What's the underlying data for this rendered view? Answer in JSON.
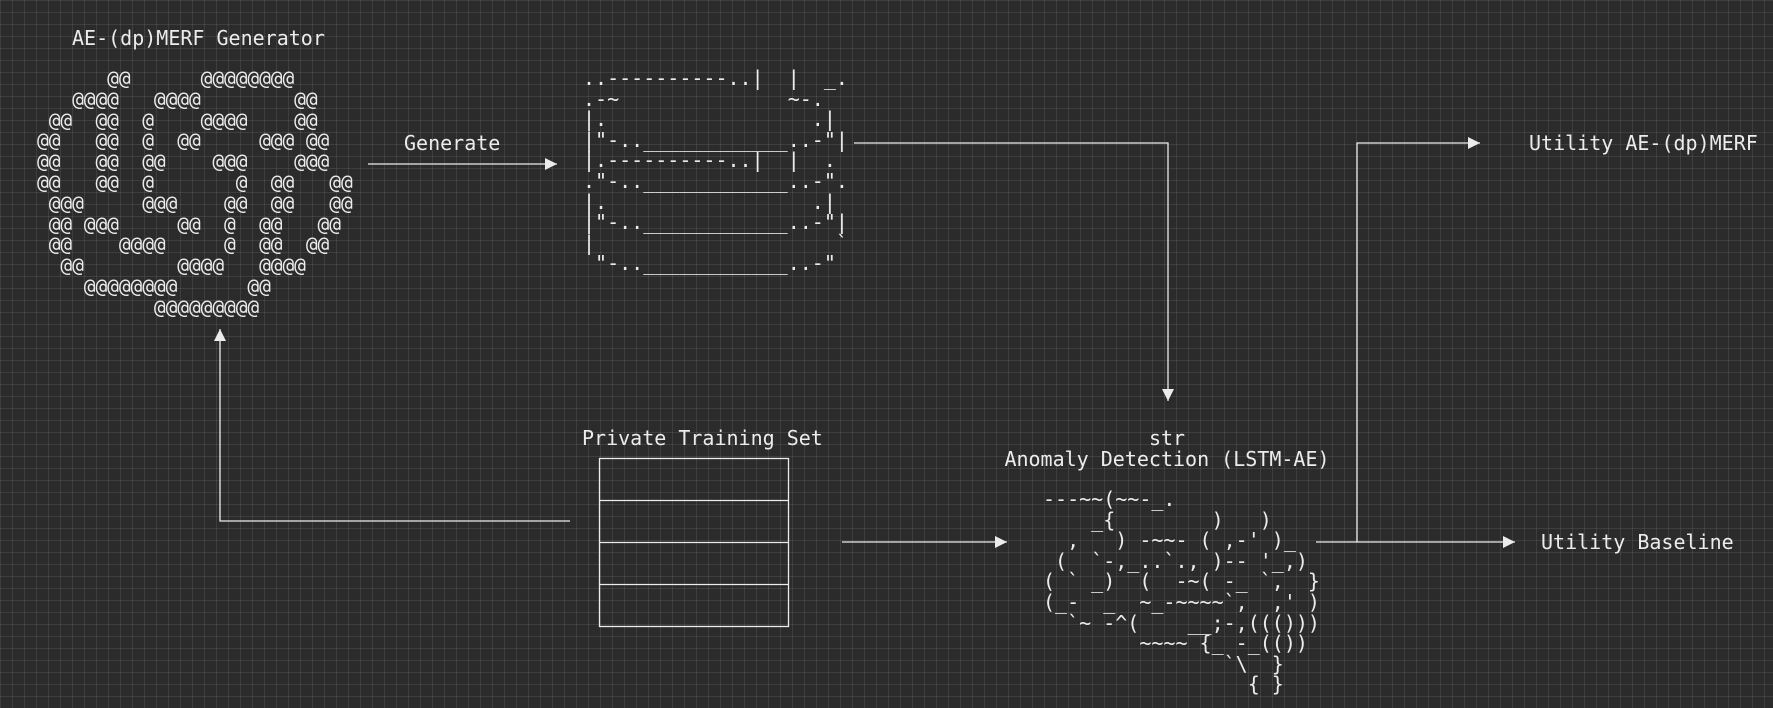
{
  "nodes": {
    "generator": {
      "label": "AE-(dp)MERF Generator",
      "art": "      @@      @@@@@@@@\n   @@@@   @@@@        @@\n @@  @@  @    @@@@    @@\n@@   @@  @  @@     @@@ @@\n@@   @@  @@    @@@    @@@\n@@   @@  @       @  @@   @@\n @@@     @@@    @@  @@   @@\n @@ @@@     @@  @  @@   @@\n @@    @@@@     @  @@  @@\n  @@        @@@@   @@@@\n    @@@@@@@@      @@\n          @@@@@@@@@"
    },
    "synthetic_data": {
      "art": "..----------..|  |  _.\n.-~              ~-.\n|.                 .|\n|\"-..____________..-\"|\n|.----------..|  |  .\n.\"-..____________..-\".\n|.                 .|\n|\"-..____________..-\"|\n|                    `\n \"-..____________..-\""
    },
    "private_training_set": {
      "label": "Private Training Set"
    },
    "anomaly_detection": {
      "label_line1": "str",
      "label_line2": "Anomaly Detection (LSTM-AE)",
      "art": "---~~(~~-_.\n    _{        )   )\n  ,   ) -~~- ( ,-' )_\n (  `-,_..`., )-- '_,)\n( ` _)  (  -~( -_ `,  }\n(_-  _  ~_-~~~~`,  ,' )\n  `~ -^(    __;-,((()))\n        ~~~~ {_ -_(())\n               `\\  }\n                 { }"
    },
    "utility_dpmerf": {
      "label": "Utility AE-(dp)MERF"
    },
    "utility_baseline": {
      "label": "Utility Baseline"
    }
  },
  "edges": [
    {
      "from": "generator",
      "to": "synthetic_data",
      "label": "Generate"
    },
    {
      "from": "synthetic_data",
      "to": "anomaly_detection",
      "label": ""
    },
    {
      "from": "private_training_set",
      "to": "generator",
      "label": ""
    },
    {
      "from": "private_training_set",
      "to": "anomaly_detection",
      "label": ""
    },
    {
      "from": "anomaly_detection",
      "to": "utility_dpmerf",
      "label": ""
    },
    {
      "from": "anomaly_detection",
      "to": "utility_baseline",
      "label": ""
    }
  ],
  "style": {
    "background": "#2b2b2b",
    "stroke": "#ececec"
  }
}
